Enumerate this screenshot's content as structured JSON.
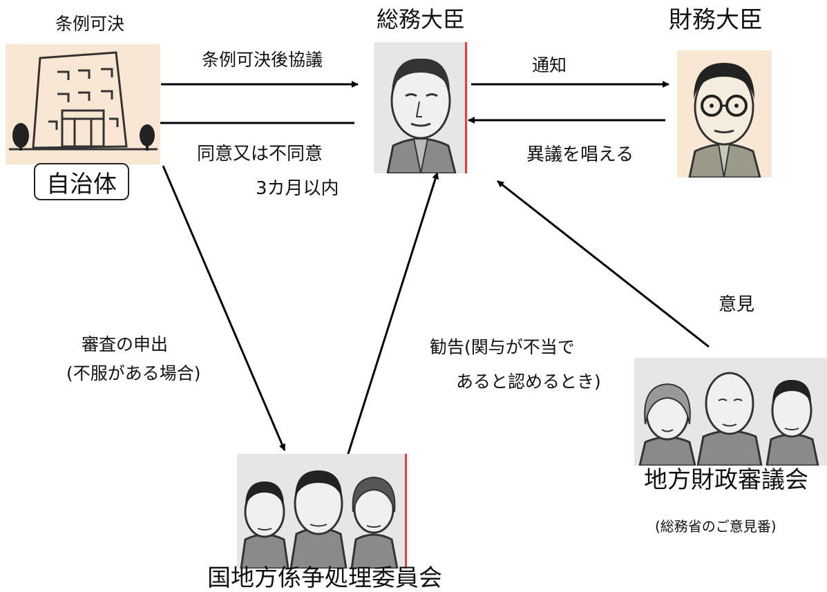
{
  "labels": {
    "jorei_kaketsu": "条例可決",
    "somu_daijin": "総務大臣",
    "zaimu_daijin": "財務大臣",
    "jichitai": "自治体",
    "kaketsu_go_kyogi": "条例可決後協議",
    "tsuchi": "通知",
    "doi": "同意又は不同意",
    "sankagetsu": "3カ月以内",
    "igi": "異議を唱える",
    "iken": "意見",
    "shinsa_1": "審査の申出",
    "shinsa_2": "(不服がある場合)",
    "kankoku_1": "勧告(関与が不当で",
    "kankoku_2": "あると認めるとき)",
    "chiho_zaisei": "地方財政審議会",
    "somusho_iken": "(総務省のご意見番)",
    "kuni_chiho": "国地方係争処理委員会"
  },
  "icons": {
    "building": "municipal-building-icon",
    "somu_minister": "minister-portrait-icon",
    "zaimu_minister": "minister-with-glasses-icon",
    "committee": "committee-members-icon",
    "council": "council-members-icon"
  },
  "colors": {
    "photo_bg": "#e9e9e9",
    "building_bg": "#f7e7d3",
    "zaimu_bg": "#f7e7d3",
    "suit": "#8a8a8a",
    "red_edge": "#e04040"
  }
}
